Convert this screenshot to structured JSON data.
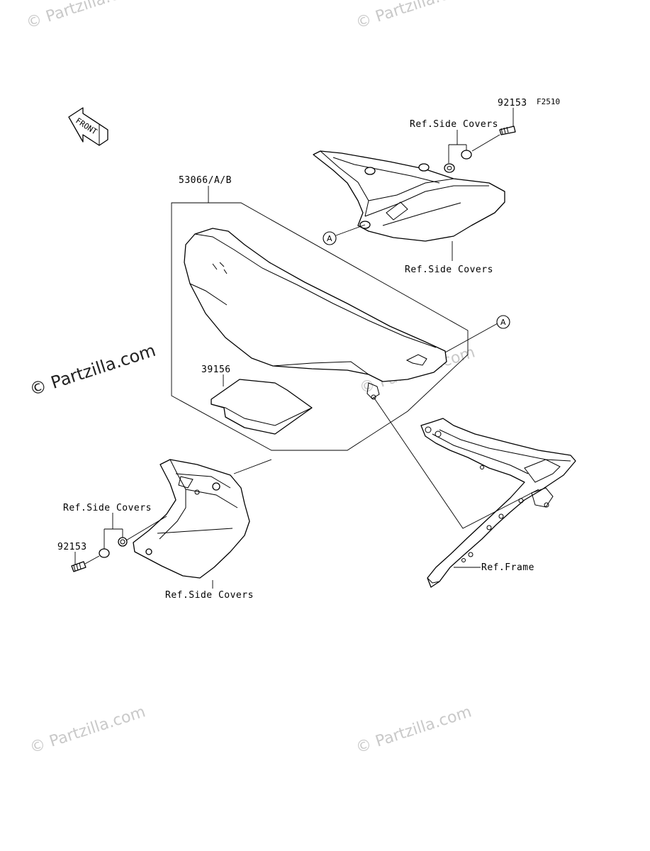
{
  "figure_code": "F2510",
  "front_arrow_label": "FRONT",
  "labels": {
    "part_92153_top": "92153",
    "part_92153_left": "92153",
    "seat": "53066/A/B",
    "part_39156": "39156",
    "ref_side_covers_top_upper": "Ref.Side Covers",
    "ref_side_covers_top_lower": "Ref.Side Covers",
    "ref_side_covers_left_upper": "Ref.Side Covers",
    "ref_side_covers_left_lower": "Ref.Side Covers",
    "ref_frame": "Ref.Frame",
    "callout_a_1": "A",
    "callout_a_2": "A"
  },
  "watermarks": {
    "main": "© Partzilla.com",
    "tile": "© Partzilla.com"
  }
}
